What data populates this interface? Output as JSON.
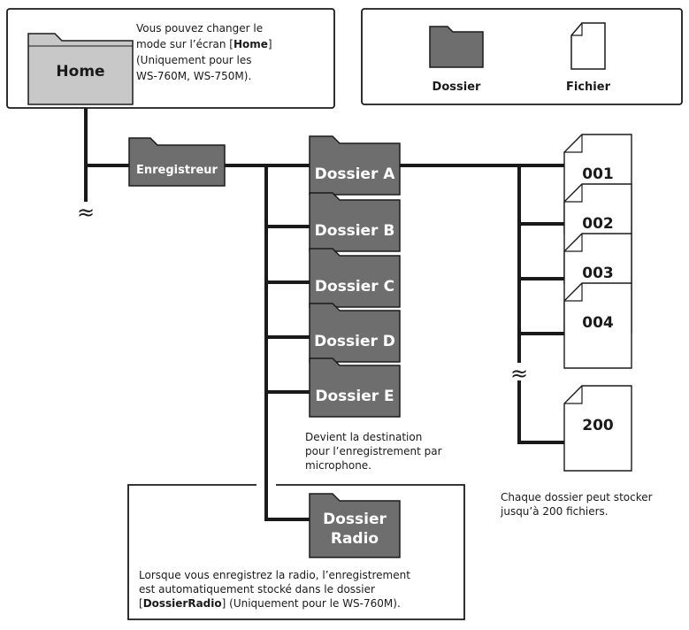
{
  "colors": {
    "folder_fill": "#6e6e6e",
    "home_folder_fill": "#c8c8c8",
    "stroke": "#1a1a1a",
    "paper": "#ffffff"
  },
  "home": {
    "label": "Home",
    "note_lines": [
      [
        "Vous pouvez changer le"
      ],
      [
        "mode sur l’écran [",
        "Home",
        "]"
      ],
      [
        "(Uniquement pour les"
      ],
      [
        "WS-760M, WS-750M)."
      ]
    ]
  },
  "legend": {
    "folder_label": "Dossier",
    "file_label": "Fichier",
    "folder_icon": "folder-icon",
    "file_icon": "file-icon"
  },
  "recorder": {
    "label": "Enregistreur"
  },
  "folders": [
    {
      "label": "Dossier A"
    },
    {
      "label": "Dossier B"
    },
    {
      "label": "Dossier C"
    },
    {
      "label": "Dossier D"
    },
    {
      "label": "Dossier E"
    }
  ],
  "folder_e_note": [
    "Devient la destination",
    "pour l’enregistrement par",
    "microphone."
  ],
  "radio": {
    "label_lines": [
      "Dossier",
      "Radio"
    ],
    "note_lines": [
      [
        "Lorsque vous enregistrez la radio, l’enregistrement"
      ],
      [
        "est automatiquement stocké dans le dossier"
      ],
      [
        "[",
        "DossierRadio",
        "] (Uniquement pour le WS-760M)."
      ]
    ]
  },
  "files": [
    {
      "label": "001"
    },
    {
      "label": "002"
    },
    {
      "label": "003"
    },
    {
      "label": "004"
    },
    {
      "label": "200"
    }
  ],
  "files_note": [
    "Chaque dossier peut stocker",
    "jusqu’à 200 fichiers."
  ],
  "break_symbol": "≈"
}
